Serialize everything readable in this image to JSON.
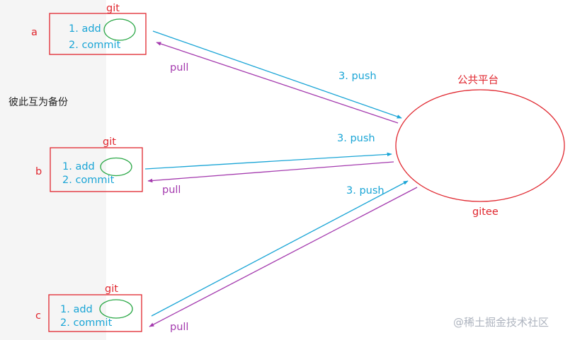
{
  "colors": {
    "box": "#e0262e",
    "git": "#e0262e",
    "machine_label": "#e0262e",
    "cloud_label": "#e0262e",
    "step": "#1aa5d6",
    "ellipse_stage": "#29a745",
    "push": "#1aa5d6",
    "pull": "#a43aae"
  },
  "side_note": "彼此互为备份",
  "cloud": {
    "name": "公共平台",
    "host": "gitee"
  },
  "machines": [
    {
      "id": "a",
      "label": "a",
      "git": "git",
      "step1": "1. add",
      "step2": "2. commit",
      "push": "3. push",
      "pull": "pull"
    },
    {
      "id": "b",
      "label": "b",
      "git": "git",
      "step1": "1. add",
      "step2": "2. commit",
      "push": "3. push",
      "pull": "pull"
    },
    {
      "id": "c",
      "label": "c",
      "git": "git",
      "step1": "1. add",
      "step2": "2. commit",
      "push": "3. push",
      "pull": "pull"
    }
  ],
  "watermark": "@稀土掘金技术社区"
}
